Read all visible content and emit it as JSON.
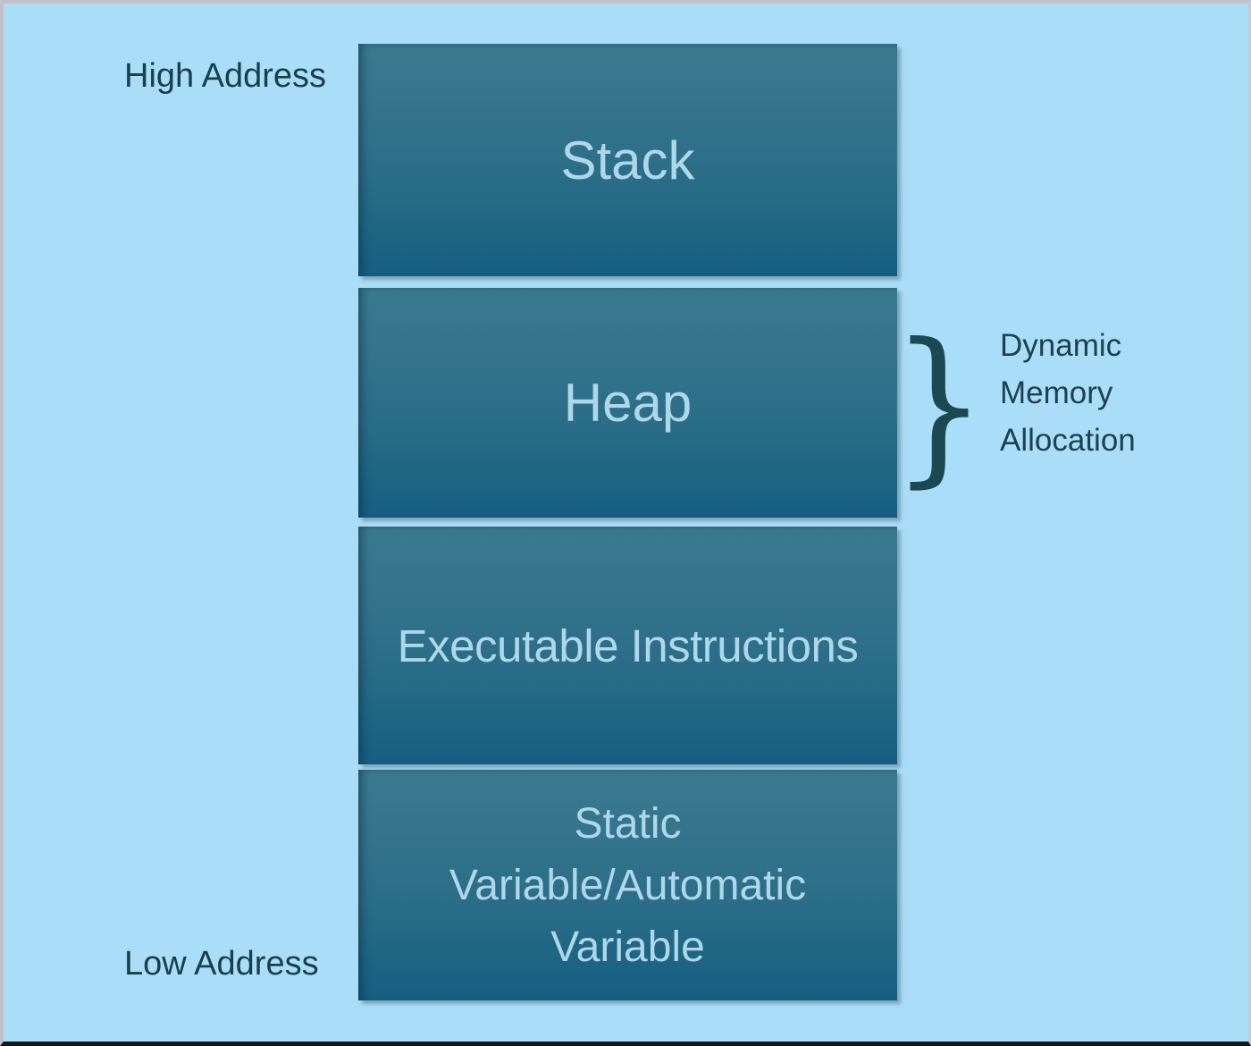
{
  "diagram": {
    "description": "Process memory layout diagram",
    "colors": {
      "background": "#aadef8",
      "block_gradient_top": "#3b7b90",
      "block_gradient_bottom": "#145f81",
      "block_text": "#aed7ea",
      "side_label_text": "#173f4d",
      "brace": "#1c4852",
      "frame_border_top": "#c2c1c9",
      "frame_border_bottom": "#151515"
    },
    "labels": {
      "high_address": "High Address",
      "low_address": "Low Address"
    },
    "blocks": [
      {
        "name": "stack",
        "label": "Stack"
      },
      {
        "name": "heap",
        "label": "Heap"
      },
      {
        "name": "executable-instructions",
        "label": "Executable Instructions"
      },
      {
        "name": "static-automatic-variable",
        "label": "Static\nVariable/Automatic\nVariable"
      }
    ],
    "annotation": {
      "brace_symbol": "}",
      "text": "Dynamic\nMemory\nAllocation",
      "points_to": "heap"
    }
  }
}
